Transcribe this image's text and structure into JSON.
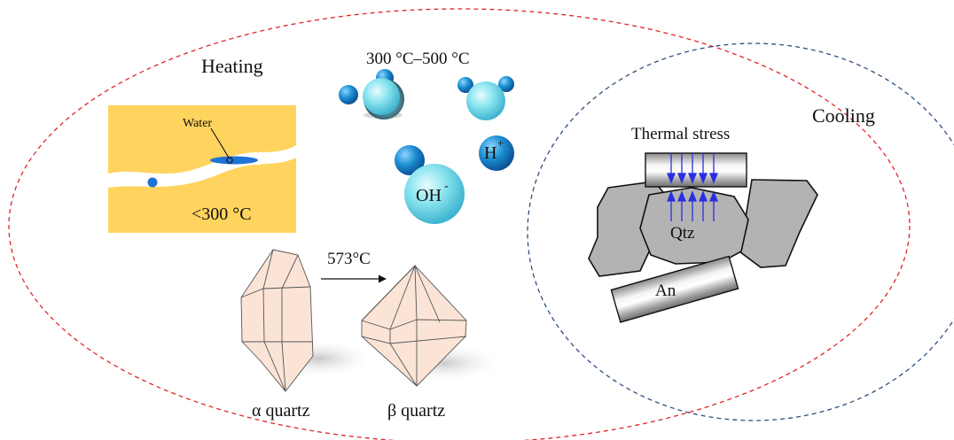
{
  "labels": {
    "heating": "Heating",
    "cooling": "Cooling",
    "temp_range": "300 °C–500 °C",
    "water": "Water",
    "below_300": "<300 °C",
    "h_plus_base": "H",
    "h_plus_sup": "+",
    "oh_minus_base": "OH",
    "oh_minus_sup": "-",
    "transition_temp": "573°C",
    "alpha_quartz": "α quartz",
    "beta_quartz": "β quartz",
    "thermal_stress": "Thermal stress",
    "qtz": "Qtz",
    "an": "An"
  },
  "colors": {
    "heating_outline": "#e0262b",
    "cooling_outline": "#2e4f7c",
    "grain_fill": "#ffd45e",
    "water_blue": "#1f73d6",
    "ion_light": "#8ee6f0",
    "ion_dark": "#1b8fd2",
    "crystal_fill": "#fbe4d6",
    "stress_arrow": "#2a2ee0",
    "mineral_gray": "#b3b3b3"
  }
}
